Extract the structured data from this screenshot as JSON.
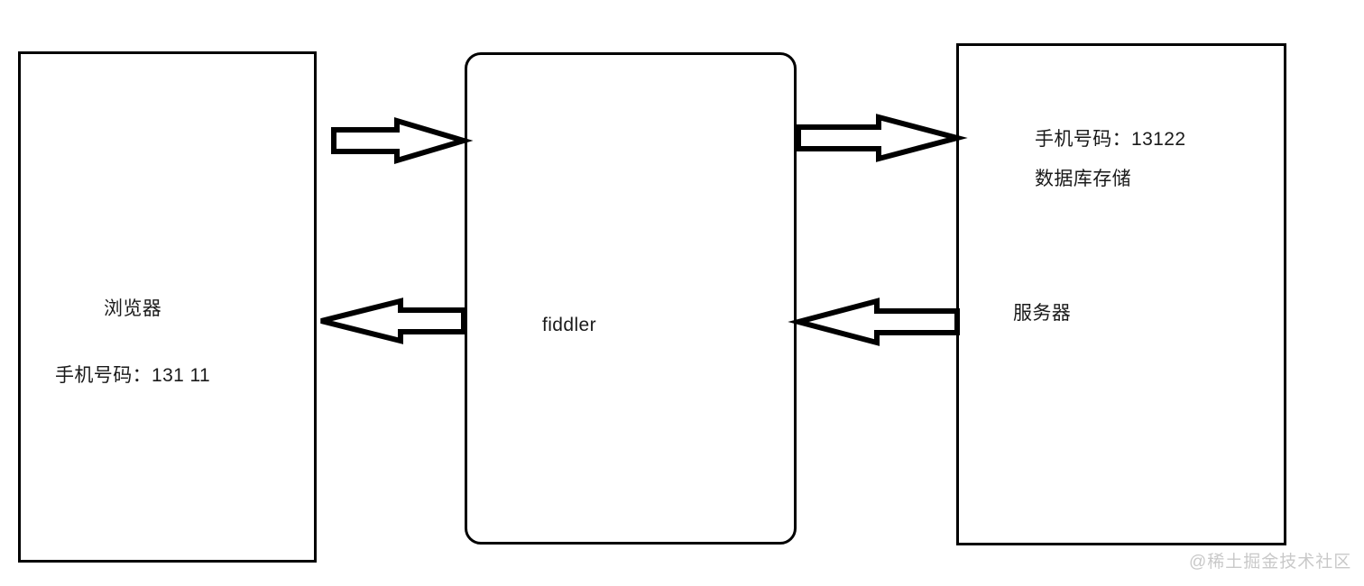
{
  "diagram": {
    "type": "flow-diagram",
    "background_color": "#ffffff",
    "stroke_color": "#000000",
    "nodes": [
      {
        "id": "browser",
        "shape": "rectangle",
        "title": "浏览器",
        "detail": "手机号码：131 11"
      },
      {
        "id": "fiddler",
        "shape": "rounded-rectangle",
        "title": "fiddler"
      },
      {
        "id": "server",
        "shape": "rectangle",
        "title": "服务器",
        "detail_phone": "手机号码：13122",
        "detail_storage": "数据库存储"
      }
    ],
    "arrows": [
      {
        "id": "browser-to-fiddler",
        "direction": "right",
        "style": "hollow-block-arrow"
      },
      {
        "id": "fiddler-to-browser",
        "direction": "left",
        "style": "hollow-block-arrow"
      },
      {
        "id": "fiddler-to-server",
        "direction": "right",
        "style": "hollow-block-arrow"
      },
      {
        "id": "server-to-fiddler",
        "direction": "left",
        "style": "hollow-block-arrow"
      }
    ],
    "watermark": "@稀土掘金技术社区"
  }
}
